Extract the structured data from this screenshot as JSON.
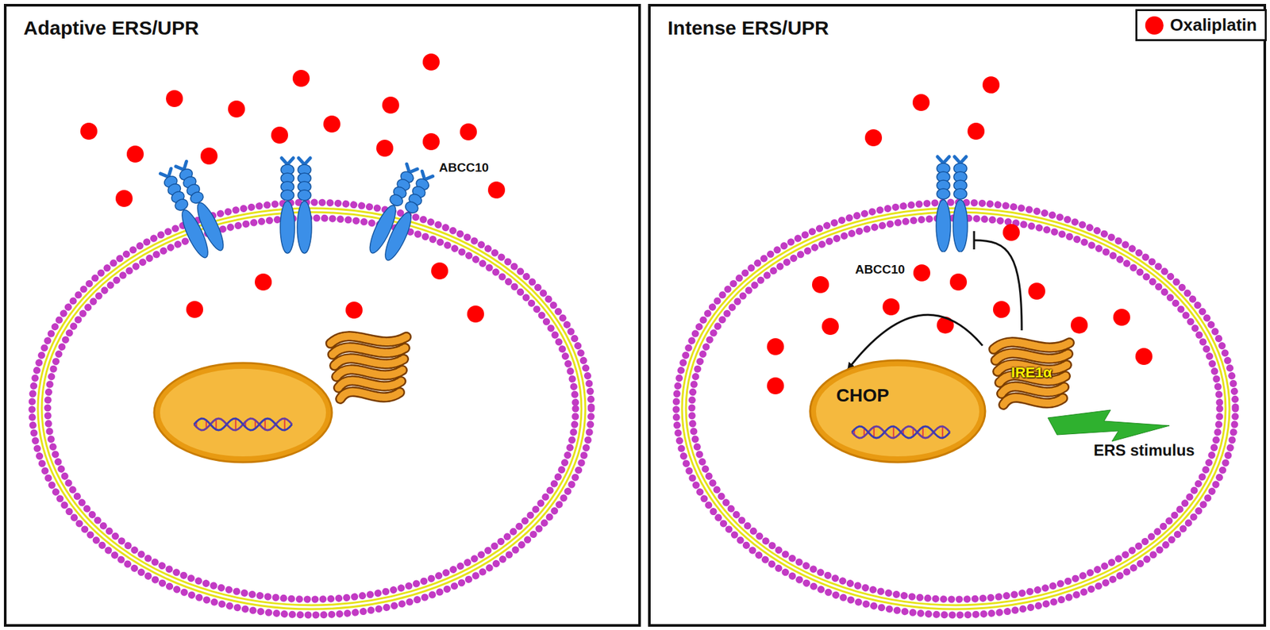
{
  "diagram": {
    "nodes": [
      {
        "text": [
          "Adaptive ERS/UPR"
        ]
      },
      {
        "text": [
          "Intense ERS/UPR"
        ]
      },
      {
        "text": [
          "ABCC10"
        ],
        "in": 1
      },
      {
        "text": [
          "CHOP"
        ],
        "in": 1
      },
      {
        "text": [
          "IRE1α"
        ],
        "in": 1
      }
    ],
    "edges": [
      {
        "from": 4,
        "to": 3,
        "arrow": "to"
      },
      {
        "from": 4,
        "to": 2,
        "arrow": "to"
      }
    ],
    "labels": [
      "ABCC10",
      "ERS stimulus"
    ],
    "legend": [
      {
        "text": "Oxaliplatin",
        "color": "#ff0000"
      }
    ]
  }
}
